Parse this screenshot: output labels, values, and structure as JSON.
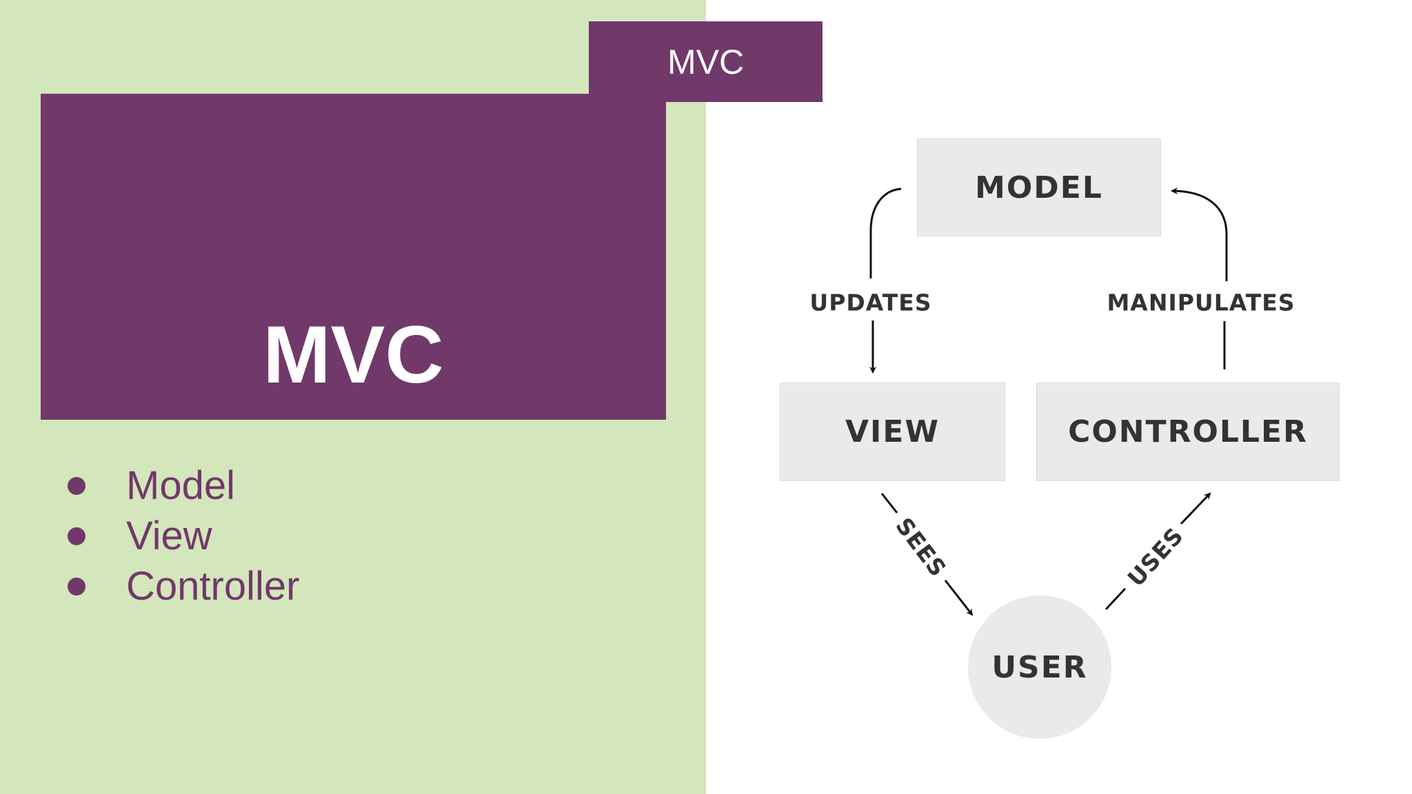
{
  "tag": "MVC",
  "hero_title": "MVC",
  "bullets": [
    "Model",
    "View",
    "Controller"
  ],
  "diagram": {
    "nodes": {
      "model": "MODEL",
      "view": "VIEW",
      "controller": "CONTROLLER",
      "user": "USER"
    },
    "edges": {
      "updates": "UPDATES",
      "manipulates": "MANIPULATES",
      "sees": "SEES",
      "uses": "USES"
    }
  },
  "colors": {
    "accent": "#71386a",
    "panel": "#d4e6bb",
    "node": "#ebe9ec"
  }
}
